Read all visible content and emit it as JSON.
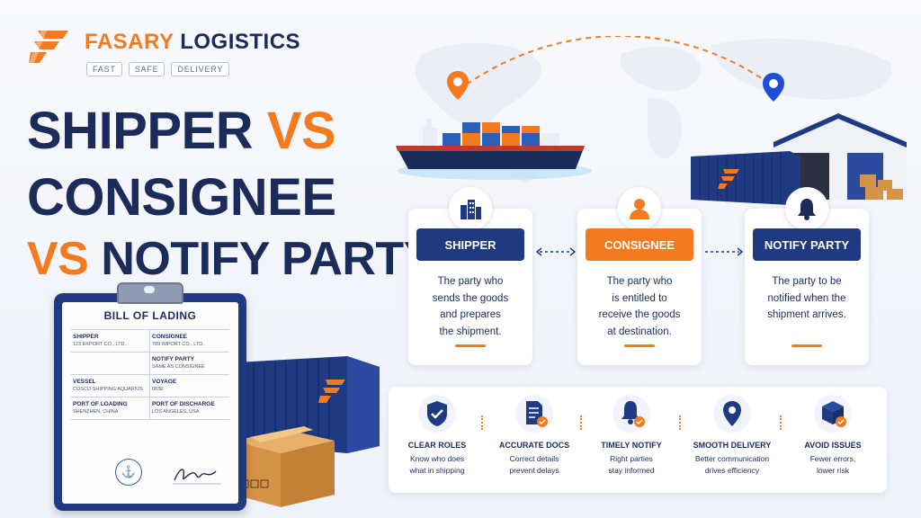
{
  "brand": {
    "name_part1": "FASARY",
    "name_part2": "LOGISTICS",
    "tags": [
      "FAST",
      "SAFE",
      "DELIVERY"
    ]
  },
  "headline": {
    "line1_a": "SHIPPER",
    "line1_b": "VS",
    "line2": "CONSIGNEE",
    "line3_a": "VS",
    "line3_b": "NOTIFY PARTY"
  },
  "bill_of_lading": {
    "title": "BILL OF LADING",
    "fields": [
      {
        "label": "SHIPPER",
        "value": "123 EXPORT CO., LTD."
      },
      {
        "label": "CONSIGNEE",
        "value": "789 IMPORT CO., LTD."
      },
      {
        "label": "",
        "value": ""
      },
      {
        "label": "NOTIFY PARTY",
        "value": "SAME AS CONSIGNEE"
      },
      {
        "label": "VESSEL",
        "value": "COSCO SHIPPING AQUARIUS"
      },
      {
        "label": "VOYAGE",
        "value": "083E"
      },
      {
        "label": "PORT OF LOADING",
        "value": "SHENZHEN, CHINA"
      },
      {
        "label": "PORT OF DISCHARGE",
        "value": "LOS ANGELES, USA"
      }
    ]
  },
  "roles": [
    {
      "label": "SHIPPER",
      "desc_lines": [
        "The party who",
        "sends the goods",
        "and prepares",
        "the shipment."
      ],
      "icon": "building-icon",
      "color": "#1f3a82"
    },
    {
      "label": "CONSIGNEE",
      "desc_lines": [
        "The party who",
        "is entitled to",
        "receive the goods",
        "at destination."
      ],
      "icon": "person-icon",
      "color": "#f47a20"
    },
    {
      "label": "NOTIFY PARTY",
      "desc_lines": [
        "The party to be",
        "notified when the",
        "shipment arrives."
      ],
      "icon": "bell-icon",
      "color": "#1f3a82"
    }
  ],
  "benefits": [
    {
      "title": "CLEAR ROLES",
      "desc_lines": [
        "Know who does",
        "what in shipping"
      ],
      "icon": "shield-check-icon"
    },
    {
      "title": "ACCURATE DOCS",
      "desc_lines": [
        "Correct details",
        "prevent delays"
      ],
      "icon": "document-check-icon"
    },
    {
      "title": "TIMELY NOTIFY",
      "desc_lines": [
        "Right parties",
        "stay informed"
      ],
      "icon": "bell-check-icon"
    },
    {
      "title": "SMOOTH DELIVERY",
      "desc_lines": [
        "Better communication",
        "drives efficiency"
      ],
      "icon": "location-pin-icon"
    },
    {
      "title": "AVOID ISSUES",
      "desc_lines": [
        "Fewer errors,",
        "lower risk"
      ],
      "icon": "box-check-icon"
    }
  ],
  "colors": {
    "navy": "#1b2b5a",
    "orange": "#f47a20",
    "blue": "#1f3a82"
  }
}
